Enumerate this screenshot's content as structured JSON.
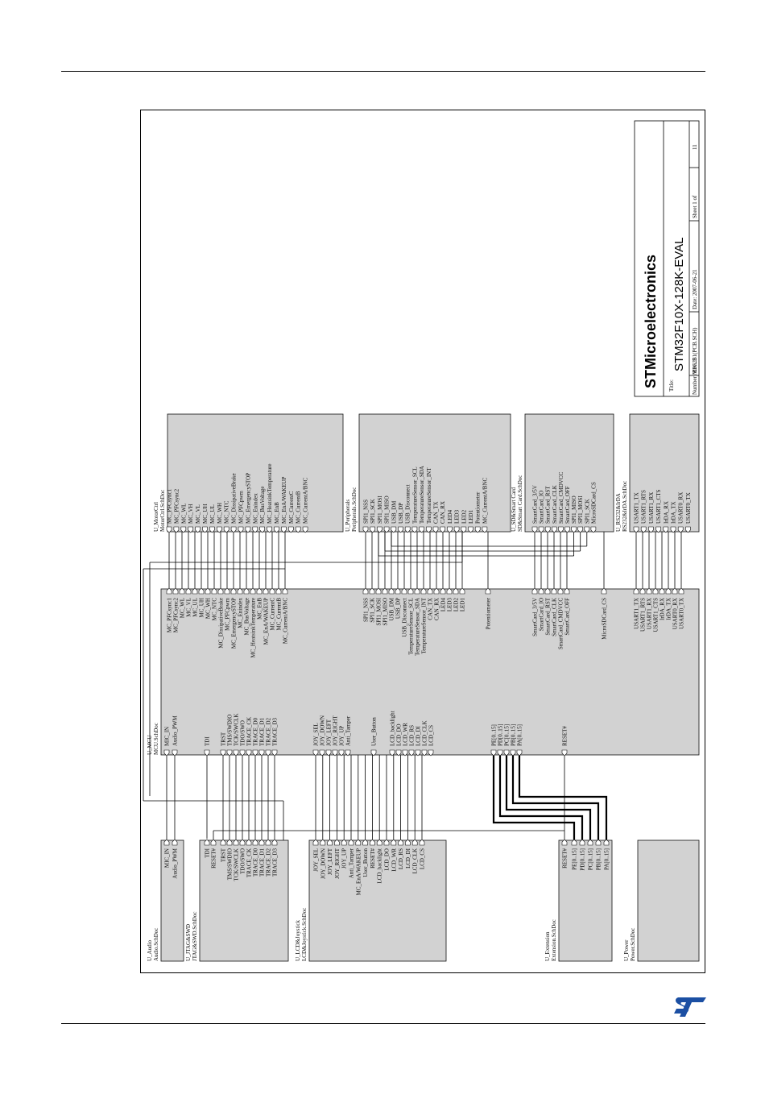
{
  "colors": {
    "block_fill": "#d2d2d2",
    "line": "#000000",
    "logo_blue": "#1b4fa3"
  },
  "icons": {
    "logo": "st-logo-icon"
  },
  "title_block": {
    "company": "STMicroelectronics",
    "title_label": "Title:",
    "title": "STM32F10X-128K-EVAL",
    "number": "Number:MB525",
    "rev": "Rev: B1(PCB.SCH)",
    "date": "Date: 2007-06-21",
    "sheet": "Sheet 1 of",
    "sheet_total": "11"
  },
  "blocks": {
    "audio": {
      "name": "U_Audio",
      "file": "Audio.SchDoc",
      "pins": [
        "MIC_IN",
        "Audio_PWM"
      ]
    },
    "jtag": {
      "name": "U_JTAG&SWD",
      "file": "JTAG&SWD.SchDoc",
      "pins": [
        "TDI",
        "RESET#",
        "TRST",
        "TMS/SWDIO",
        "TCK/SWCLK",
        "TDO/SWO",
        "TRACE_CK",
        "TRACE_D0",
        "TRACE_D1",
        "TRACE_D2",
        "TRACE_D3"
      ]
    },
    "lcd": {
      "name": "U_LCD&Joystick",
      "file": "LCD&Joystick.SchDoc",
      "pins": [
        "JOY_SEL",
        "JOY_DOWN",
        "JOY_LEFT",
        "JOY_RIGHT",
        "JOY_UP",
        "Anti_Tamper",
        "MC_EnA/WAKEUP",
        "User_Button",
        "RESET#",
        "LCD_backlight",
        "LCD_DO",
        "LCD_WR",
        "LCD_RS",
        "LCD_DI",
        "LCD_CLK",
        "LCD_CS"
      ]
    },
    "extension": {
      "name": "U_Extension",
      "file": "Extension.SchDoc",
      "pins": [
        "RESET#",
        "PE[0..15]",
        "PD[0..15]",
        "PC[0..15]",
        "PB[0..15]",
        "PA[0..15]"
      ]
    },
    "power": {
      "name": "U_Power",
      "file": "Power.SchDoc"
    },
    "mcu": {
      "name": "U_MCU",
      "file": "MCU.SchDoc",
      "left_pins": [
        "MIC_IN",
        "Audio_PWM",
        "TDI",
        "TRST",
        "TMS/SWDIO",
        "TCK/SWCLK",
        "TDO/SWO",
        "TRACE_CK",
        "TRACE_D0",
        "TRACE_D1",
        "TRACE_D2",
        "TRACE_D3",
        "JOY_SEL",
        "JOY_DOWN",
        "JOY_LEFT",
        "JOY_RIGHT",
        "JOY_UP",
        "Anti_Tamper",
        "User_Button",
        "LCD_backlight",
        "LCD_DO",
        "LCD_WR",
        "LCD_RS",
        "LCD_DI",
        "LCD_CLK",
        "LCD_CS",
        "PE[0..15]",
        "PD[0..15]",
        "PC[0..15]",
        "PB[0..15]",
        "PA[0..15]",
        "RESET#"
      ],
      "right_pins": [
        "MC_PFCsync1",
        "MC_PFCsync2",
        "MC_WL",
        "MC_VL",
        "MC_UL",
        "MC_UH",
        "MC_WH",
        "MC_NTC",
        "MC_DissipativeBrake",
        "MC_PFCpwm",
        "MC_EmergencySTOP",
        "MC_Enindex",
        "MC_BusVoltage",
        "MC_HeatsinkTemperature",
        "MC_EnB",
        "MC_EnA/WAKEUP",
        "MC_CurrentC",
        "MC_CurrentB",
        "MC_CurrentA/BNC",
        "SPI1_NSS",
        "SPI1_SCK",
        "SPI1_MOSI",
        "SPI1_MISO",
        "USB_DM",
        "USB_DP",
        "USB_Disconnect",
        "TemperatureSensor_SCL",
        "TemperatureSensor_SDA",
        "TemperatureSensor_INT",
        "CAN_TX",
        "CAN_RX",
        "LED4",
        "LED3",
        "LED2",
        "LED1",
        "Potentiometer",
        "SmartCard_3/5V",
        "SmartCard_IO",
        "SmartCard_RST",
        "SmartCard_CLK",
        "SmartCard_CMDVCC",
        "SmartCard_OFF",
        "MicroSDCard_CS",
        "USART1_TX",
        "USART1_RTS",
        "USART1_RX",
        "USART1_CTS",
        "IrDA_RX",
        "IrDA_TX",
        "USART0_RX",
        "USART0_TX"
      ]
    },
    "motor": {
      "name": "U_MotorCtrl",
      "file": "MotorCtrl.SchDoc",
      "pins": [
        "MC_PFCsync1",
        "MC_PFCsync2",
        "MC_WL",
        "MC_VH",
        "MC_VL",
        "MC_UH",
        "MC_UL",
        "MC_WH",
        "MC_NTC",
        "MC_DissipativeBrake",
        "MC_PFCpwm",
        "MC_EmergencySTOP",
        "MC_Enindex",
        "MC_BusVoltage",
        "MC_HeatsinkTemperature",
        "MC_EnB",
        "MC_EnA/WAKEUP",
        "MC_CurrentC",
        "MC_CurrentB",
        "MC_CurrentA/BNC"
      ]
    },
    "peripherals": {
      "name": "U_Peripherals",
      "file": "Peripherals.SchDoc",
      "pins": [
        "SPI1_NSS",
        "SPI1_SCK",
        "SPI1_MOSI",
        "SPI1_MISO",
        "USB_DM",
        "USB_DP",
        "USB_Disconnect",
        "TemperatureSensor_SCL",
        "TemperatureSensor_SDA",
        "TemperatureSensor_INT",
        "CAN_TX",
        "CAN_RX",
        "LED4",
        "LED3",
        "LED2",
        "LED1",
        "Potentiometer",
        "MC_CurrentA/BNC"
      ]
    },
    "sd": {
      "name": "U_SD&Smart Card",
      "file": "SD&Smart Card.SchDoc",
      "pins": [
        "SmartCard_3/5V",
        "SmartCard_IO",
        "SmartCard_RST",
        "SmartCard_CLK",
        "SmartCard_CMDVCC",
        "SmartCard_OFF",
        "SPI1_MISO",
        "SPI1_MOSI",
        "SPI1_SCK",
        "MicroSDCard_CS"
      ]
    },
    "rs232": {
      "name": "U_RS232&IrDA",
      "file": "RS232&IrDA.SchDoc",
      "pins": [
        "USART1_TX",
        "USART1_RTS",
        "USART1_RX",
        "USART1_CTS",
        "IrDA_RX",
        "IrDA_TX",
        "USART0_RX",
        "USART0_TX"
      ]
    }
  }
}
